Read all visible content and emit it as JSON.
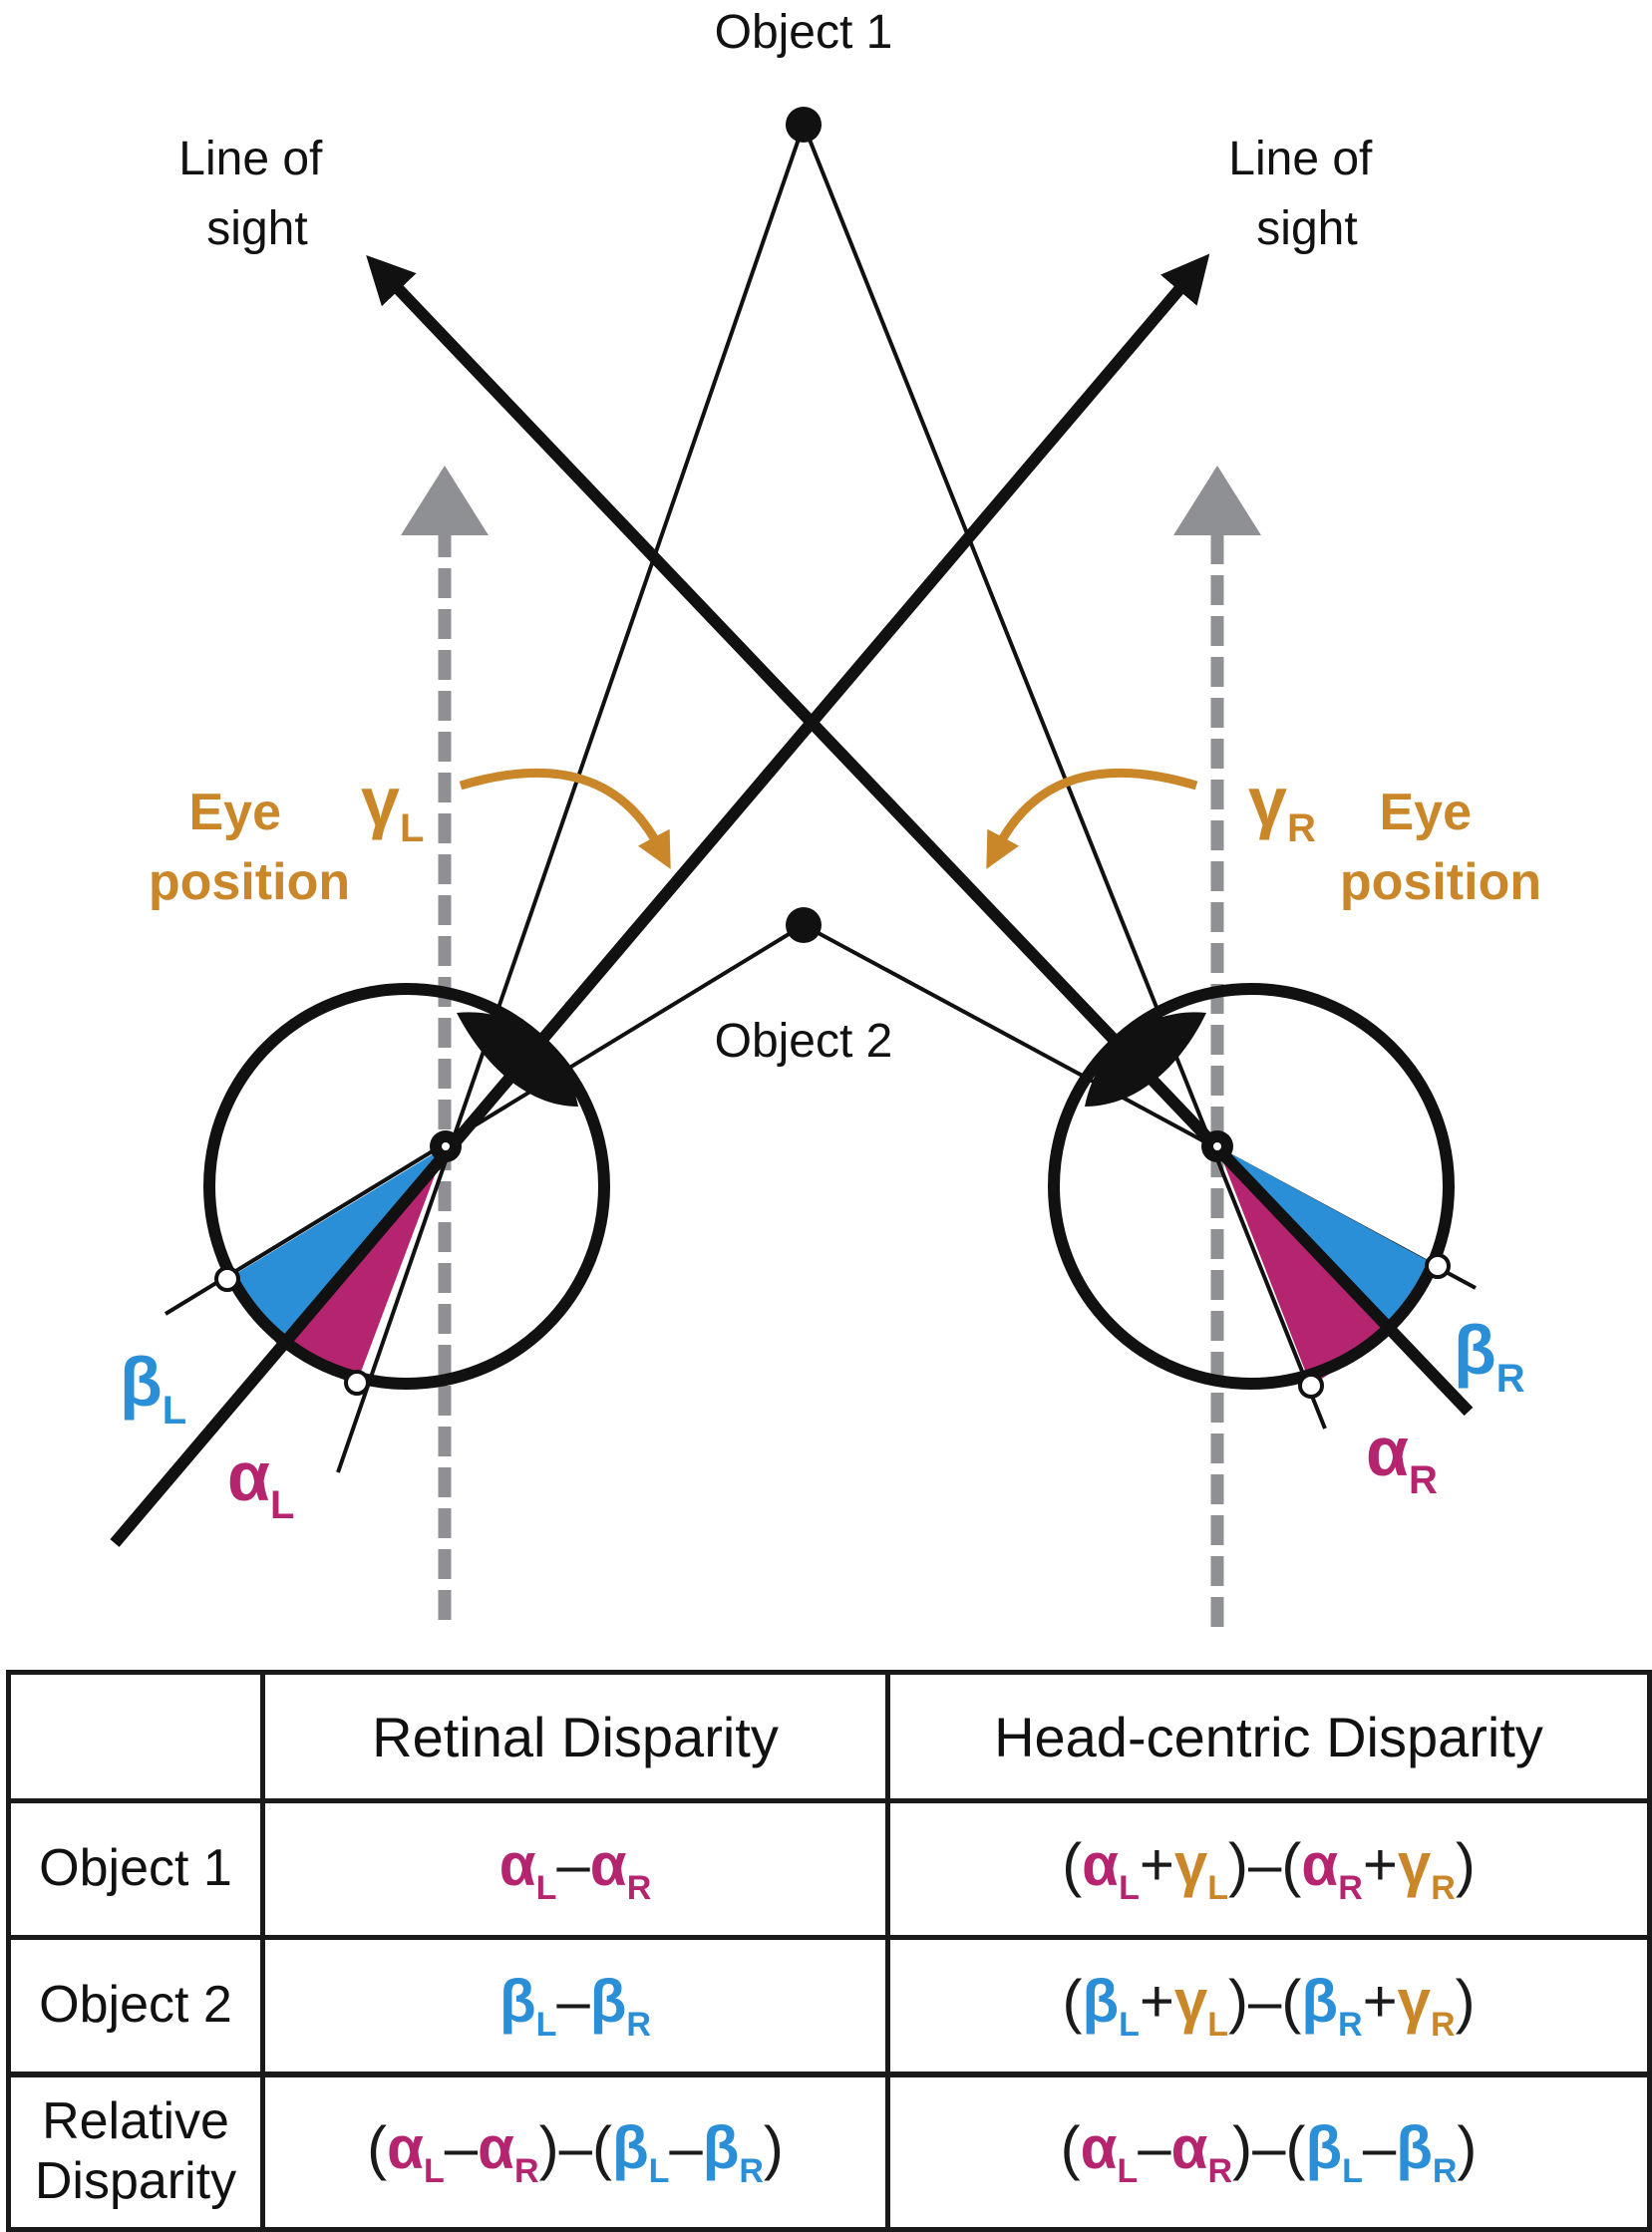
{
  "colors": {
    "alpha": "#b5246f",
    "beta": "#2a8fd6",
    "gamma": "#c9872a",
    "head_axis": "#8f9094",
    "ink": "#111111"
  },
  "labels": {
    "object1": "Object 1",
    "object2": "Object 2",
    "line_of_sight_left": [
      "Line of",
      "sight"
    ],
    "line_of_sight_right": [
      "Line of",
      "sight"
    ],
    "eye_position_left": [
      "Eye",
      "position"
    ],
    "eye_position_right": [
      "Eye",
      "position"
    ]
  },
  "symbols": {
    "gamma_left": {
      "letter": "γ",
      "sub": "L"
    },
    "gamma_right": {
      "letter": "γ",
      "sub": "R"
    },
    "beta_left": {
      "letter": "β",
      "sub": "L"
    },
    "beta_right": {
      "letter": "β",
      "sub": "R"
    },
    "alpha_left": {
      "letter": "α",
      "sub": "L"
    },
    "alpha_right": {
      "letter": "α",
      "sub": "R"
    }
  },
  "table": {
    "headers": [
      "",
      "Retinal Disparity",
      "Head-centric Disparity"
    ],
    "rows": [
      {
        "label": "Object 1",
        "retinal": [
          [
            "α",
            "L",
            "a"
          ],
          [
            "–",
            "",
            "o"
          ],
          [
            "α",
            "R",
            "a"
          ]
        ],
        "headcentric": [
          [
            "(",
            "",
            "o"
          ],
          [
            "α",
            "L",
            "a"
          ],
          [
            "+",
            "",
            "o"
          ],
          [
            "γ",
            "L",
            "g"
          ],
          [
            ")",
            "",
            "o"
          ],
          [
            "–",
            "",
            "o"
          ],
          [
            "(",
            "",
            "o"
          ],
          [
            "α",
            "R",
            "a"
          ],
          [
            "+",
            "",
            "o"
          ],
          [
            "γ",
            "R",
            "g"
          ],
          [
            ")",
            "",
            "o"
          ]
        ]
      },
      {
        "label": "Object 2",
        "retinal": [
          [
            "β",
            "L",
            "b"
          ],
          [
            "–",
            "",
            "o"
          ],
          [
            "β",
            "R",
            "b"
          ]
        ],
        "headcentric": [
          [
            "(",
            "",
            "o"
          ],
          [
            "β",
            "L",
            "b"
          ],
          [
            "+",
            "",
            "o"
          ],
          [
            "γ",
            "L",
            "g"
          ],
          [
            ")",
            "",
            "o"
          ],
          [
            "–",
            "",
            "o"
          ],
          [
            "(",
            "",
            "o"
          ],
          [
            "β",
            "R",
            "b"
          ],
          [
            "+",
            "",
            "o"
          ],
          [
            "γ",
            "R",
            "g"
          ],
          [
            ")",
            "",
            "o"
          ]
        ]
      },
      {
        "label": "Relative Disparity",
        "retinal": [
          [
            "(",
            "",
            "o"
          ],
          [
            "α",
            "L",
            "a"
          ],
          [
            "–",
            "",
            "o"
          ],
          [
            "α",
            "R",
            "a"
          ],
          [
            ")",
            "",
            "o"
          ],
          [
            "–",
            "",
            "o"
          ],
          [
            "(",
            "",
            "o"
          ],
          [
            "β",
            "L",
            "b"
          ],
          [
            "–",
            "",
            "o"
          ],
          [
            "β",
            "R",
            "b"
          ],
          [
            ")",
            "",
            "o"
          ]
        ],
        "headcentric": [
          [
            "(",
            "",
            "o"
          ],
          [
            "α",
            "L",
            "a"
          ],
          [
            "–",
            "",
            "o"
          ],
          [
            "α",
            "R",
            "a"
          ],
          [
            ")",
            "",
            "o"
          ],
          [
            "–",
            "",
            "o"
          ],
          [
            "(",
            "",
            "o"
          ],
          [
            "β",
            "L",
            "b"
          ],
          [
            "–",
            "",
            "o"
          ],
          [
            "β",
            "R",
            "b"
          ],
          [
            ")",
            "",
            "o"
          ]
        ]
      }
    ]
  }
}
